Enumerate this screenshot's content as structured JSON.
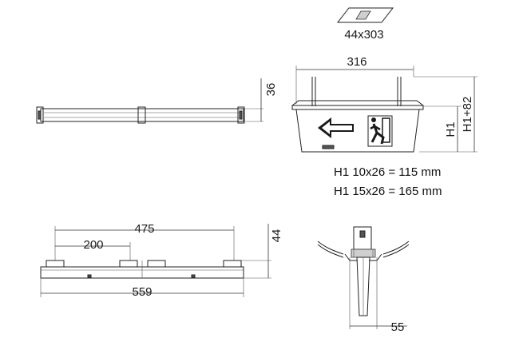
{
  "cutout": {
    "label": "44x303"
  },
  "side_view": {
    "height_label": "36"
  },
  "front_view": {
    "width_label": "316",
    "h1_label": "H1",
    "h1_total_label": "H1+82",
    "spec_line_1": "H1 10x26 = 115 mm",
    "spec_line_2": "H1 15x26 = 165 mm"
  },
  "bottom_view": {
    "span_label": "475",
    "half_label": "200",
    "total_label": "559",
    "height_label": "44"
  },
  "ceiling_mount": {
    "width_label": "55"
  }
}
